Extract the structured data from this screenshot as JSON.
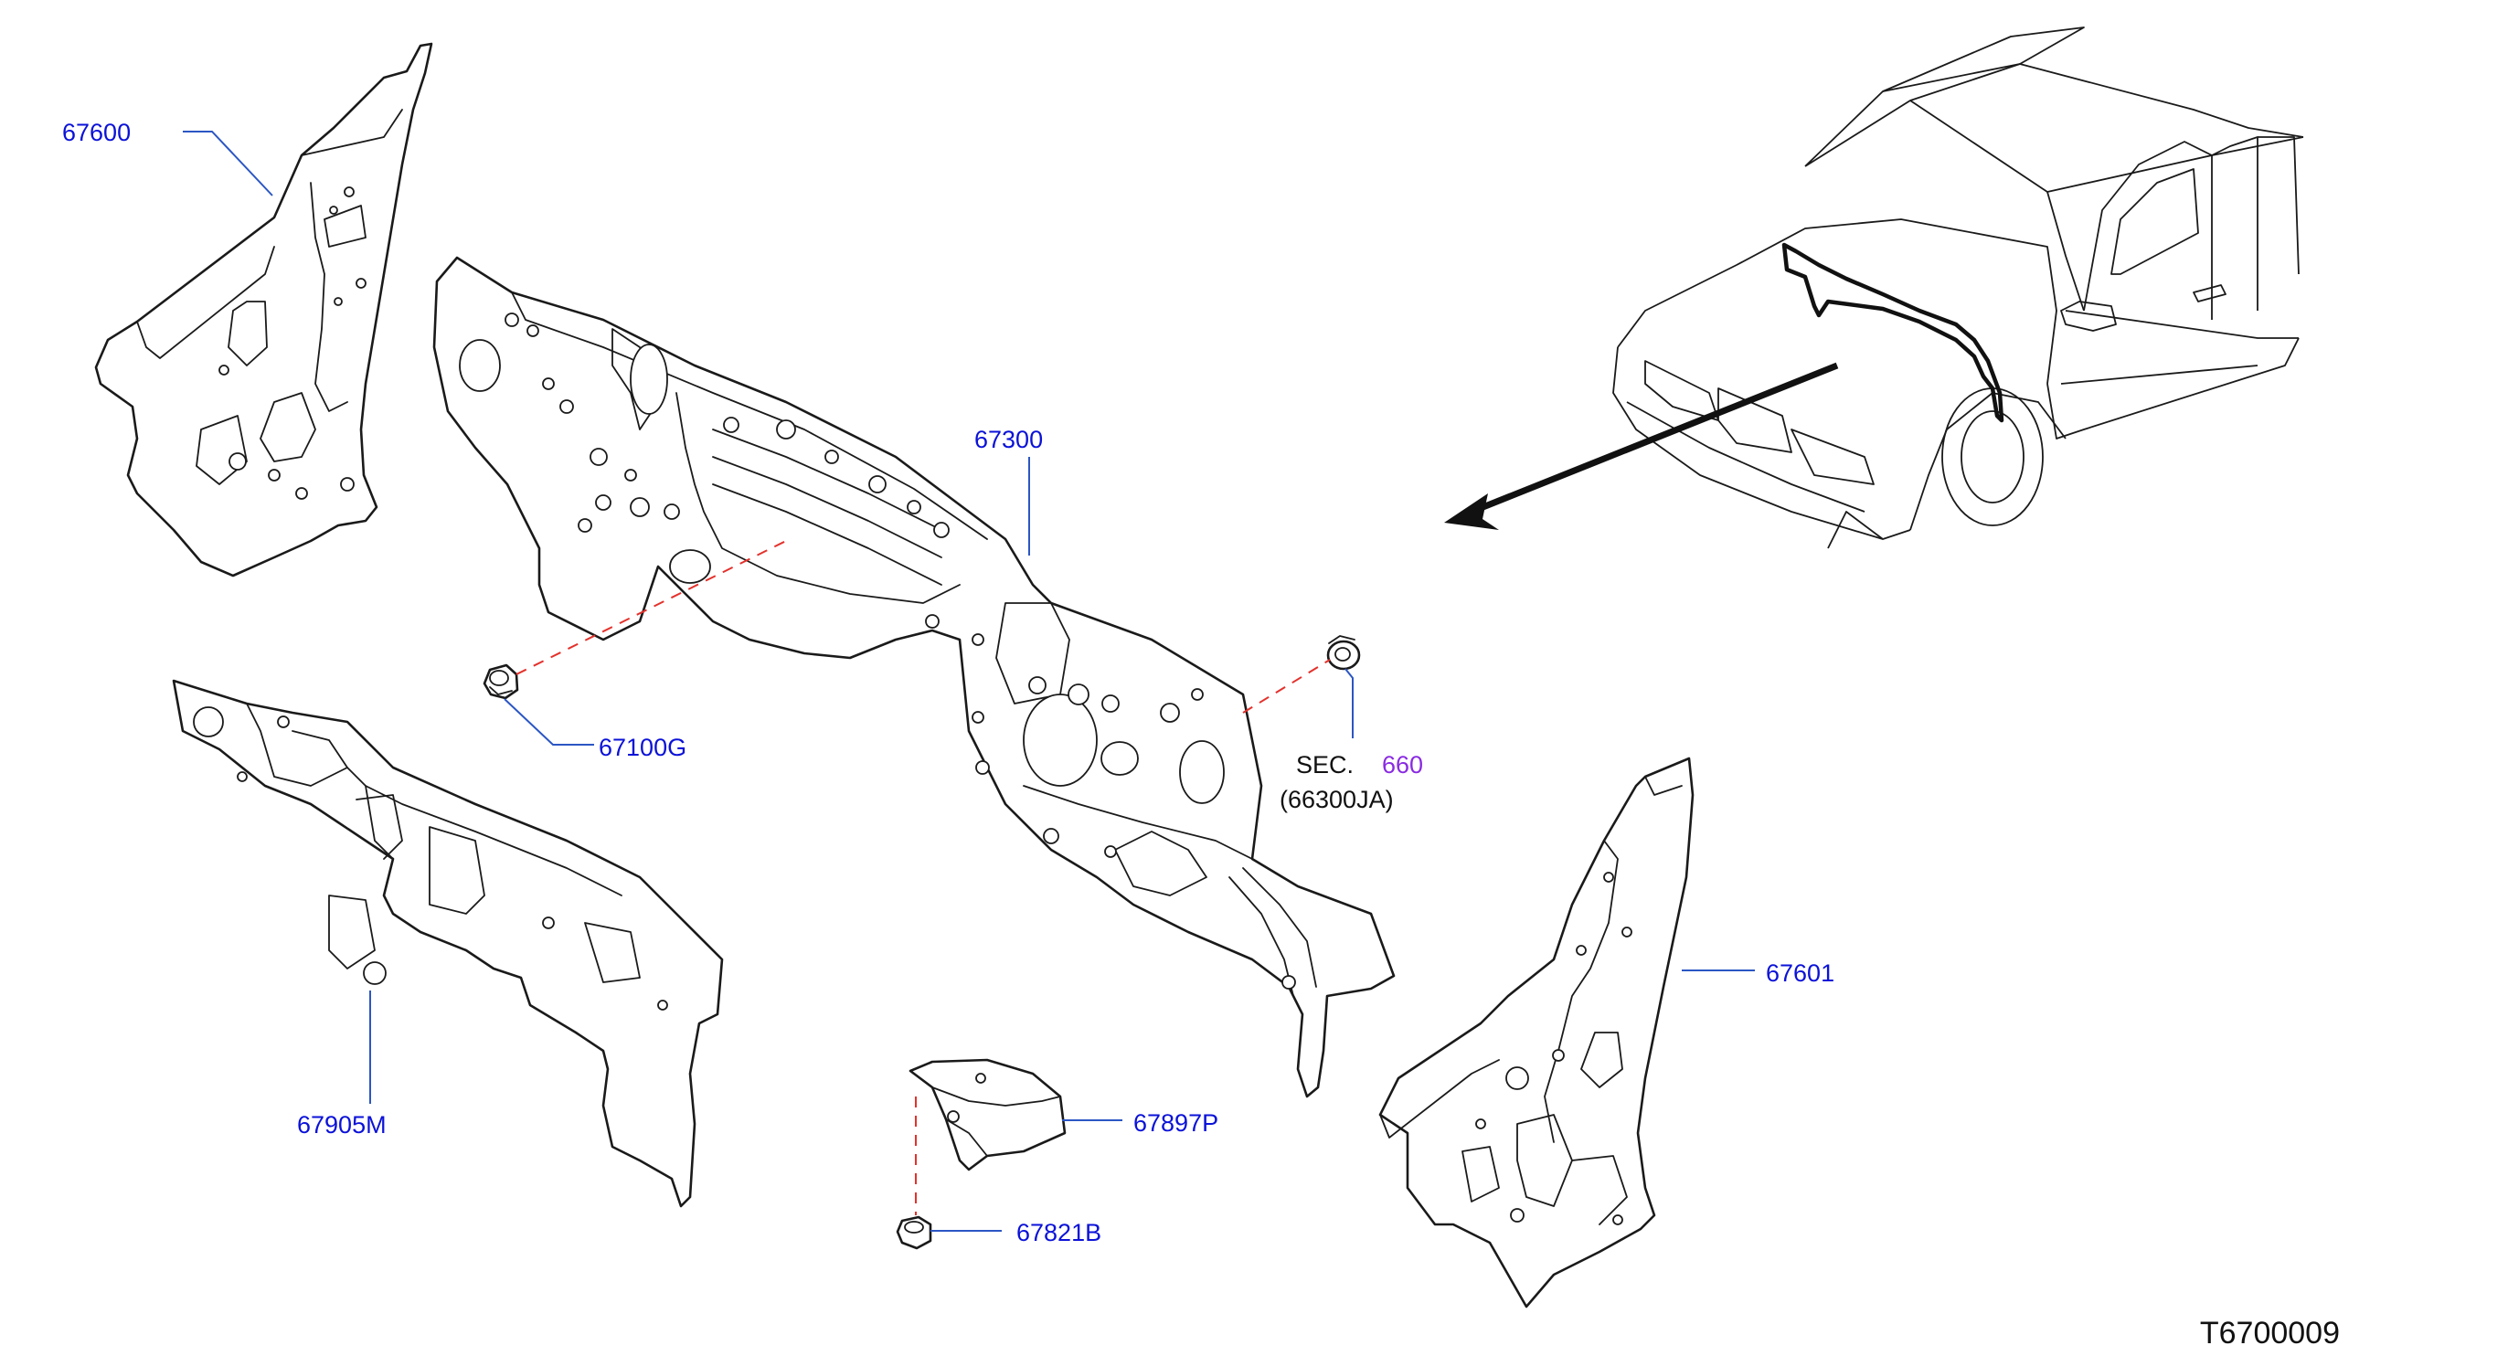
{
  "parts": [
    {
      "id": "p67600",
      "label": "67600",
      "color": "#0b12d8"
    },
    {
      "id": "p67300",
      "label": "67300",
      "color": "#0b12d8"
    },
    {
      "id": "p67100G",
      "label": "67100G",
      "color": "#0b12d8"
    },
    {
      "id": "p67905M",
      "label": "67905M",
      "color": "#0b12d8"
    },
    {
      "id": "p67897P",
      "label": "67897P",
      "color": "#0b12d8"
    },
    {
      "id": "p67821B",
      "label": "67821B",
      "color": "#0b12d8"
    },
    {
      "id": "p67601",
      "label": "67601",
      "color": "#0b12d8"
    }
  ],
  "section_reference": {
    "prefix": "SEC.",
    "section": "660",
    "part": "(66300JA)",
    "section_color": "#8a2be2"
  },
  "diagram_code": "T6700009",
  "colors": {
    "leader_line": "#2b56c4",
    "dashed_connector": "#e4312b",
    "outline": "#1a1a1a"
  },
  "icons": {
    "locator_vehicle": "pickup-truck-front-view-icon",
    "locator_arrow": "arrow-icon"
  }
}
